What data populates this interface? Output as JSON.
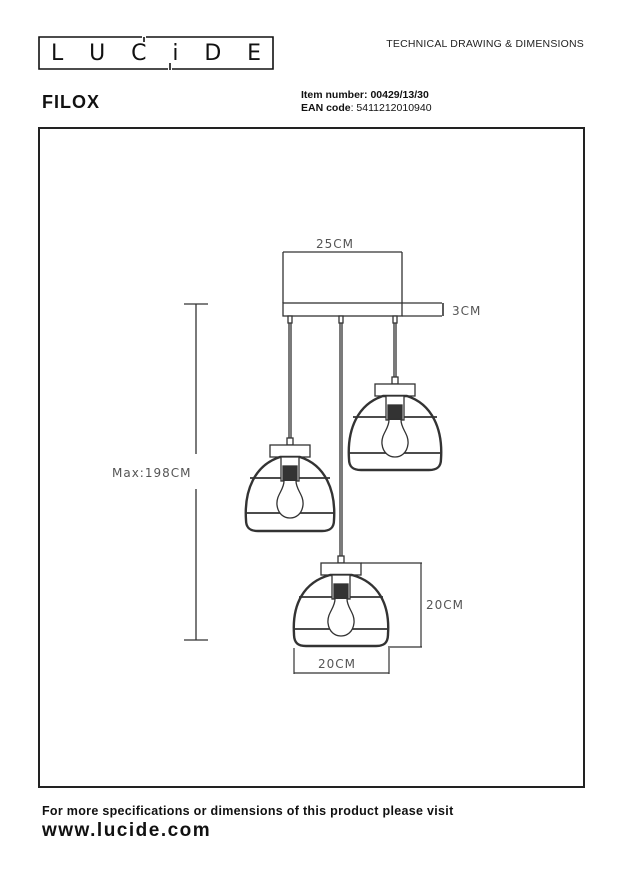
{
  "header": {
    "brand_letters": [
      "L",
      "U",
      "C",
      "i",
      "D",
      "E"
    ],
    "document_type": "TECHNICAL DRAWING & DIMENSIONS",
    "product_name": "FILOX",
    "item_number_label": "Item number:",
    "item_number_value": "00429/13/30",
    "ean_label": "EAN code",
    "ean_value": ": 5411212010940"
  },
  "drawing": {
    "canopy_width": "25CM",
    "canopy_height": "3CM",
    "max_height": "Max:198CM",
    "shade_height": "20CM",
    "shade_width": "20CM",
    "pendant_count": 3
  },
  "footer": {
    "info_text": "For more specifications or dimensions of this product please visit",
    "website": "www.lucide.com"
  }
}
